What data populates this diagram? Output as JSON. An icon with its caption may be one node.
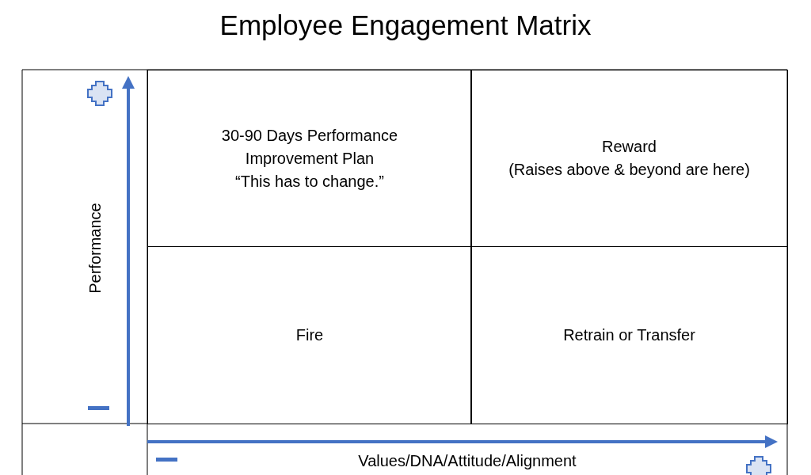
{
  "diagram": {
    "title": "Employee Engagement Matrix",
    "nodes": [
      {
        "text": [
          "30-90 Days Performance Improvement Plan",
          "“This has to change.”"
        ]
      },
      {
        "text": [
          "Reward",
          "(Raises above & beyond are here)"
        ]
      },
      {
        "text": [
          "Fire"
        ]
      },
      {
        "text": [
          "Retrain or Transfer"
        ]
      }
    ],
    "labels": [
      "Performance",
      "Values/DNA/Attitude/Alignment"
    ]
  }
}
